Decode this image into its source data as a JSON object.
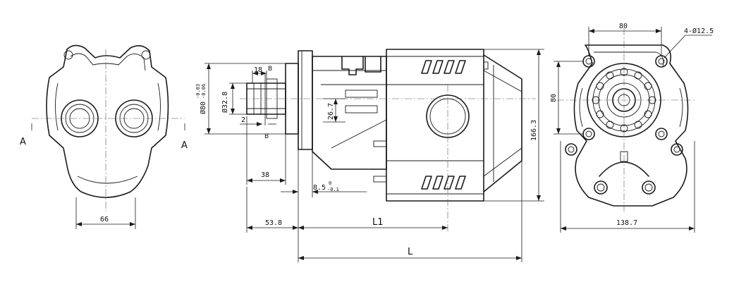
{
  "dims": {
    "front_width": "66",
    "section_a_left": "A",
    "section_a_right": "A",
    "shaft_18": "18",
    "section_b_top": "B",
    "section_b_bottom": "B",
    "shaft_dia": "Ø32.8",
    "pilot_dia": "Ø80",
    "pilot_tol_upper": "-0.03",
    "pilot_tol_lower": "-0.06",
    "shaft_2": "2",
    "port_offset": "26.7",
    "pilot_38": "38",
    "flange_thk": "8.5",
    "flange_tol_upper": "0",
    "flange_tol_lower": "-0.1",
    "shaft_len": "53.8",
    "length_l1": "L1",
    "length_l": "L",
    "height": "166.3",
    "bolt_spacing_h": "80",
    "bolt_spacing_v": "80",
    "bolt_holes": "4-Ø12.5",
    "rear_width": "138.7"
  }
}
